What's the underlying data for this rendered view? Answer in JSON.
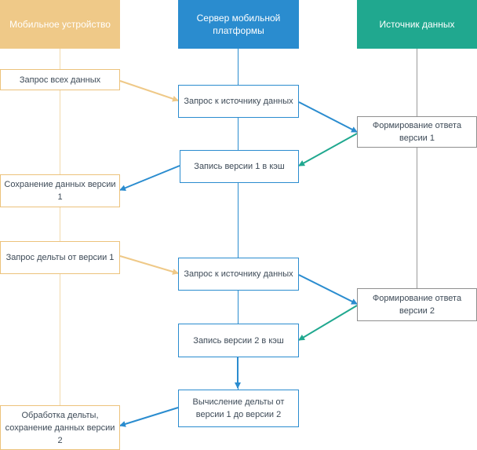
{
  "colors": {
    "mobile": "#efc988",
    "mobile_line": "#f1d9ac",
    "server": "#2a8ccf",
    "source": "#20a88f",
    "source_line": "#9a9a9a"
  },
  "lanes": {
    "mobile": "Мобильное устройство",
    "server": "Сервер мобильной платформы",
    "source": "Источник данных"
  },
  "steps": {
    "m1": "Запрос всех данных",
    "s1": "Запрос к источнику данных",
    "d1": "Формирование ответа версии 1",
    "s2": "Запись версии 1 в кэш",
    "m2": "Сохранение данных версии 1",
    "m3": "Запрос дельты от версии 1",
    "s3": "Запрос к источнику данных",
    "d2": "Формирование ответа версии 2",
    "s4": "Запись версии 2 в кэш",
    "s5": "Вычисление дельты от версии 1 до версии 2",
    "m4": "Обработка дельты, сохранение данных версии 2"
  }
}
